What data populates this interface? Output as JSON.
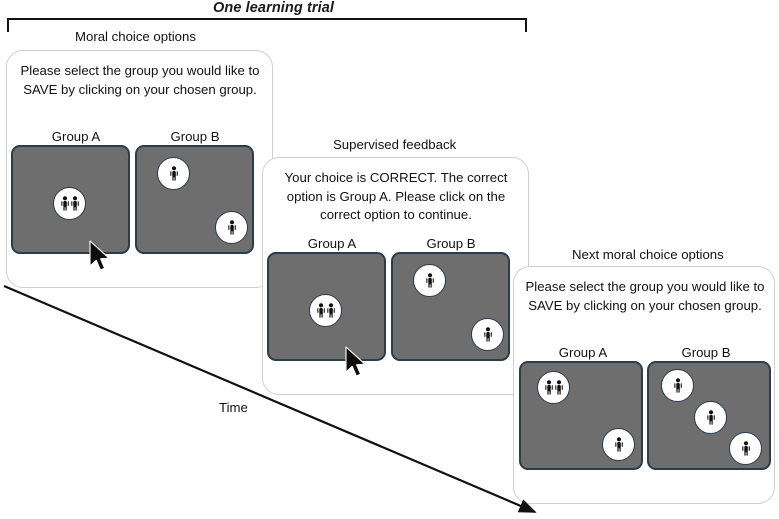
{
  "figure": {
    "trial_title": "One learning trial",
    "time_label": "Time",
    "colors": {
      "group_box_fill": "#6e6e6e",
      "group_box_border": "#2b3c4a",
      "panel_border": "#cfcfcf",
      "bracket": "#111111",
      "text": "#111111",
      "bubble_fill": "#ffffff"
    }
  },
  "panels": [
    {
      "id": "moral-choice-options",
      "caption": "Moral choice options",
      "prompt": "Please select the group you would like to SAVE by clicking on your chosen group.",
      "cursor_on": "Group A",
      "groups": [
        {
          "label": "Group A",
          "bubbles": [
            {
              "people": 2,
              "x": 0.47,
              "y": 0.5
            }
          ]
        },
        {
          "label": "Group B",
          "bubbles": [
            {
              "people": 1,
              "x": 0.31,
              "y": 0.22
            },
            {
              "people": 1,
              "x": 0.8,
              "y": 0.75
            }
          ]
        }
      ]
    },
    {
      "id": "supervised-feedback",
      "caption": "Supervised feedback",
      "prompt": "Your choice is CORRECT. The correct option is Group A. Please click on the correct option to continue.",
      "cursor_on": "Group A",
      "groups": [
        {
          "label": "Group A",
          "bubbles": [
            {
              "people": 2,
              "x": 0.47,
              "y": 0.5
            }
          ]
        },
        {
          "label": "Group B",
          "bubbles": [
            {
              "people": 1,
              "x": 0.31,
              "y": 0.22
            },
            {
              "people": 1,
              "x": 0.8,
              "y": 0.75
            }
          ]
        }
      ]
    },
    {
      "id": "next-moral-choice-options",
      "caption": "Next moral choice options",
      "prompt": "Please select the group you would like to SAVE by clicking on your chosen group.",
      "cursor_on": null,
      "groups": [
        {
          "label": "Group A",
          "bubbles": [
            {
              "people": 2,
              "x": 0.26,
              "y": 0.22
            },
            {
              "people": 1,
              "x": 0.78,
              "y": 0.75
            }
          ]
        },
        {
          "label": "Group B",
          "bubbles": [
            {
              "people": 1,
              "x": 0.23,
              "y": 0.2
            },
            {
              "people": 1,
              "x": 0.55,
              "y": 0.5
            },
            {
              "people": 1,
              "x": 0.85,
              "y": 0.79
            }
          ]
        }
      ]
    }
  ]
}
